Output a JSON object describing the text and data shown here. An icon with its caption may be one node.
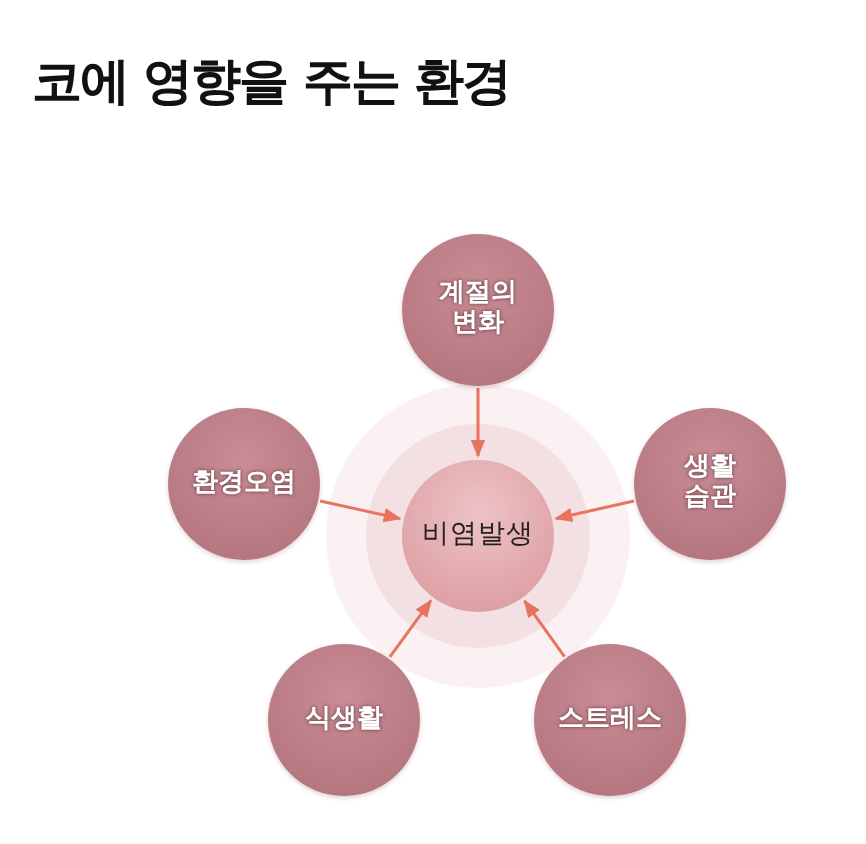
{
  "diagram": {
    "title": "코에 영향을 주는 환경",
    "nodes": [
      {
        "text": [
          "계절의 변화"
        ]
      },
      {
        "text": [
          "환경오염"
        ]
      },
      {
        "text": [
          "비염발생"
        ]
      },
      {
        "text": [
          "생활 습관"
        ]
      },
      {
        "text": [
          "식생활"
        ]
      },
      {
        "text": [
          "스트레스"
        ]
      }
    ],
    "edges": [
      {
        "from": 0,
        "to": 2,
        "arrow": "to"
      },
      {
        "from": 1,
        "to": 2,
        "arrow": "to"
      },
      {
        "from": 3,
        "to": 2,
        "arrow": "to"
      },
      {
        "from": 4,
        "to": 2,
        "arrow": "to"
      },
      {
        "from": 5,
        "to": 2,
        "arrow": "to"
      }
    ]
  }
}
